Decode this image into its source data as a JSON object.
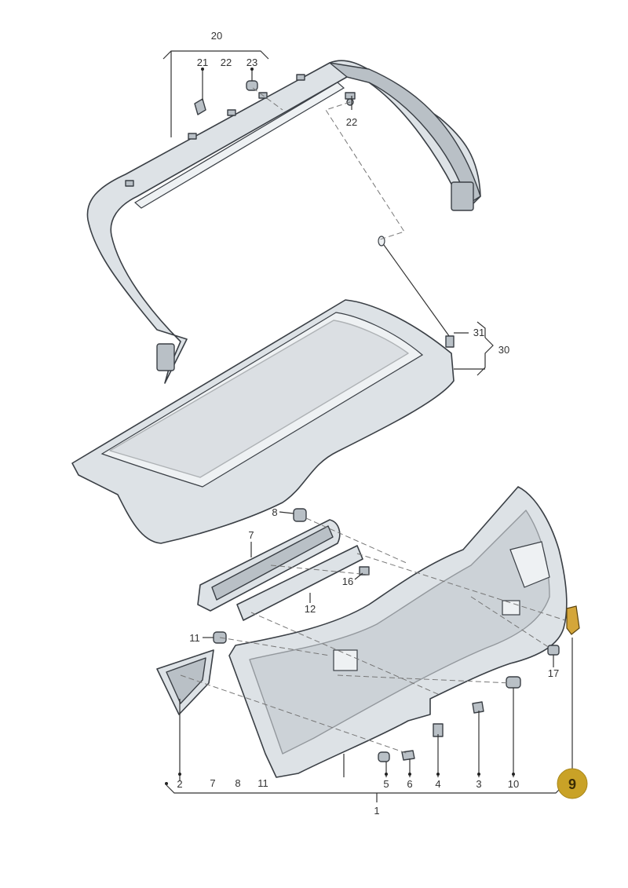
{
  "labels": {
    "l20": "20",
    "l21": "21",
    "l22a": "22",
    "l23": "23",
    "l22b": "22",
    "l31": "31",
    "l30": "30",
    "l8": "8",
    "l7a": "7",
    "l16": "16",
    "l12": "12",
    "l11a": "11",
    "l17": "17",
    "l2": "2",
    "l7b": "7",
    "l8b": "8",
    "l11b": "11",
    "l5": "5",
    "l6": "6",
    "l4": "4",
    "l3": "3",
    "l10": "10",
    "l1": "1",
    "l9": "9"
  },
  "colors": {
    "highlight_badge": "#c9a227",
    "highlight_part": "#d4a63a",
    "part_fill": "#dde2e6",
    "outline": "#3a3f45"
  }
}
